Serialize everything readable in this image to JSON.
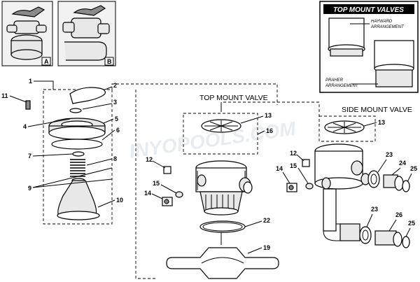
{
  "inset_labels": {
    "a": "A",
    "b": "B"
  },
  "top_mount_inset": {
    "title": "TOP MOUNT VALVES",
    "hayward": "HAYWARD\nARRANGEMENT",
    "hayward_line1": "HAYWARD",
    "hayward_line2": "ARRANGEMENT",
    "praher_line1": "PRAHER",
    "praher_line2": "ARRANGEMENT"
  },
  "section_titles": {
    "top_mount": "TOP MOUNT VALVE",
    "side_mount": "SIDE MOUNT VALVE"
  },
  "watermark": "INYOPOOLS.COM",
  "callouts": {
    "c1": "1",
    "c2": "2",
    "c3": "3",
    "c4": "4",
    "c5": "5",
    "c6": "6",
    "c7": "7",
    "c8": "8",
    "c9": "9",
    "c10": "10",
    "c11": "11",
    "c12a": "12",
    "c12b": "12",
    "c13a": "13",
    "c13b": "13",
    "c14a": "14",
    "c14b": "14",
    "c15a": "15",
    "c15b": "15",
    "c16": "16",
    "c19": "19",
    "c22": "22",
    "c23a": "23",
    "c23b": "23",
    "c24": "24",
    "c25a": "25",
    "c25b": "25",
    "c26": "26"
  },
  "colors": {
    "line": "#000000",
    "inset_header": "#000000",
    "watermark": "#d7dde6"
  }
}
